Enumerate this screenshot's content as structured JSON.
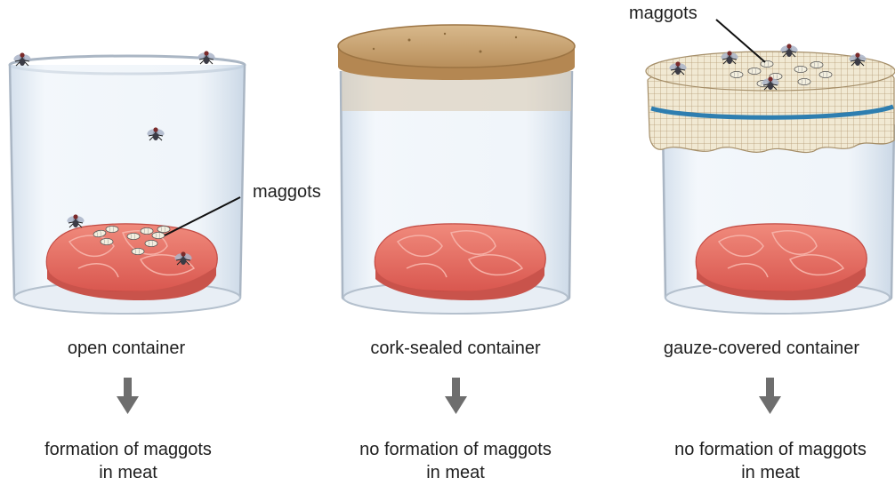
{
  "annotations": {
    "maggots_open": "maggots",
    "maggots_gauze": "maggots"
  },
  "containers": [
    {
      "label": "open container",
      "outcome_line1": "formation of maggots",
      "outcome_line2": "in meat"
    },
    {
      "label": "cork-sealed container",
      "outcome_line1": "no formation of maggots",
      "outcome_line2": "in meat"
    },
    {
      "label": "gauze-covered container",
      "outcome_line1": "no formation of maggots",
      "outcome_line2": "in meat"
    }
  ],
  "colors": {
    "glass": "#dfe9f3",
    "meat": "#e8746a",
    "cork": "#c9a577",
    "gauze": "#efe6cf",
    "band": "#2e7eb0",
    "arrow": "#6e6e6e"
  }
}
